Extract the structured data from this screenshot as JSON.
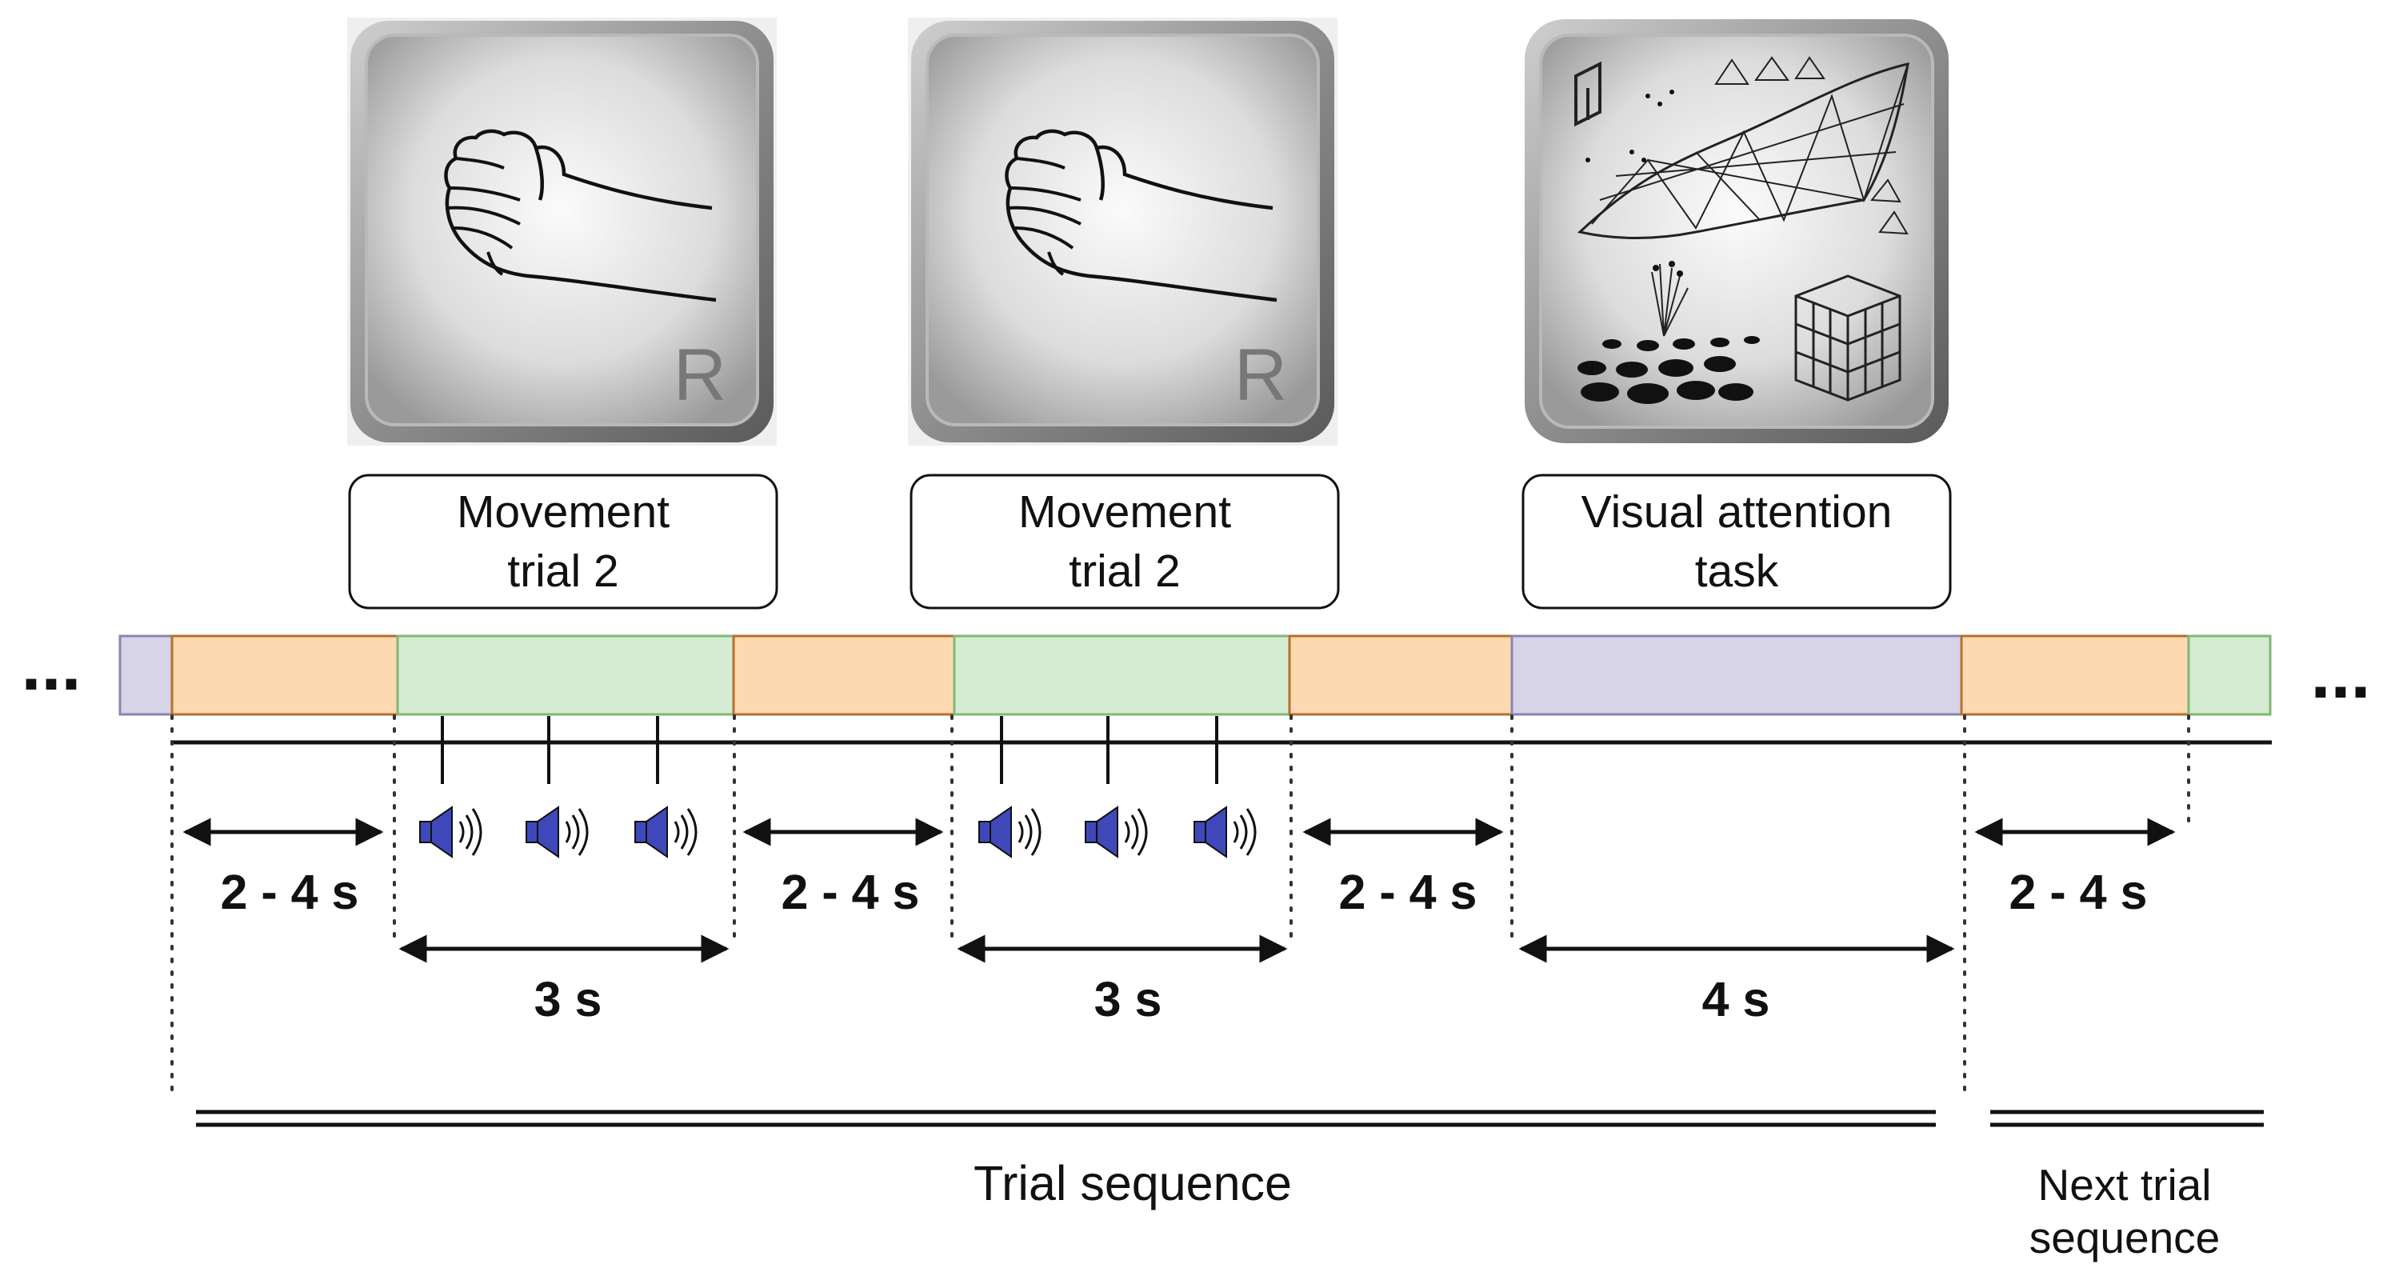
{
  "colors": {
    "orange_fill": "#fcd9b0",
    "orange_stroke": "#b76f2c",
    "green_fill": "#d6ecd2",
    "green_stroke": "#7fb974",
    "purple_fill": "#d6d4e6",
    "purple_stroke": "#8885b3",
    "speaker": "#3f48b8",
    "line": "#111111"
  },
  "ellipsis": {
    "left": "...",
    "right": "..."
  },
  "cards": [
    {
      "icon": "right-fist-icon",
      "letter": "R",
      "label_line1": "Movement",
      "label_line2": "trial 2"
    },
    {
      "icon": "right-fist-icon",
      "letter": "R",
      "label_line1": "Movement",
      "label_line2": "trial 2"
    },
    {
      "icon": "visual-pattern-icon",
      "letter": "",
      "label_line1": "Visual attention",
      "label_line2": "task"
    }
  ],
  "timeline": {
    "segments": [
      {
        "kind": "attention",
        "color": "purple"
      },
      {
        "kind": "rest",
        "color": "orange"
      },
      {
        "kind": "movement",
        "color": "green"
      },
      {
        "kind": "rest",
        "color": "orange"
      },
      {
        "kind": "movement",
        "color": "green"
      },
      {
        "kind": "rest",
        "color": "orange"
      },
      {
        "kind": "attention",
        "color": "purple"
      },
      {
        "kind": "rest",
        "color": "orange"
      },
      {
        "kind": "movement",
        "color": "green"
      }
    ],
    "auditory_cues_per_movement": 3
  },
  "durations": {
    "rest1": "2 - 4 s",
    "rest2": "2 - 4 s",
    "rest3": "2 - 4 s",
    "rest4": "2 - 4 s",
    "move1": "3 s",
    "move2": "3 s",
    "attention": "4 s"
  },
  "sequence": {
    "trial": "Trial sequence",
    "next_line1": "Next trial",
    "next_line2": "sequence"
  }
}
